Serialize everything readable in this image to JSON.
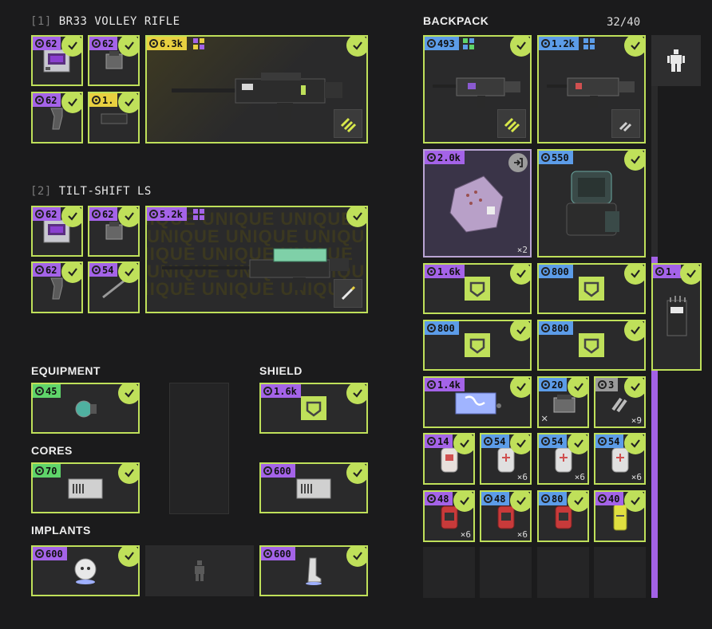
{
  "loadout": {
    "weapon1": {
      "index": "[1]",
      "name": "BR33 VOLLEY RIFLE",
      "attachments": [
        {
          "price": "62",
          "tier": "purple"
        },
        {
          "price": "62",
          "tier": "purple"
        },
        {
          "price": "62",
          "tier": "purple"
        },
        {
          "price": "1.",
          "tier": "yellow"
        }
      ],
      "main_price": "6.3k",
      "main_tier": "yellow"
    },
    "weapon2": {
      "index": "[2]",
      "name": "TILT-SHIFT LS",
      "attachments": [
        {
          "price": "62",
          "tier": "purple"
        },
        {
          "price": "62",
          "tier": "purple"
        },
        {
          "price": "62",
          "tier": "purple"
        },
        {
          "price": "54",
          "tier": "purple"
        }
      ],
      "main_price": "5.2k",
      "main_tier": "purple",
      "watermark": "UNIQUE"
    },
    "sections": {
      "equipment": "EQUIPMENT",
      "shield": "SHIELD",
      "cores": "CORES",
      "implants": "IMPLANTS"
    },
    "equipment_price": "45",
    "shield_price": "1.6k",
    "core1_price": "70",
    "core2_price": "600",
    "implant1_price": "600",
    "implant2_price": "600"
  },
  "backpack": {
    "title": "BACKPACK",
    "count": "32/40",
    "items": [
      {
        "price": "493",
        "tier": "blue"
      },
      {
        "price": "1.2k",
        "tier": "blue"
      },
      {
        "price": "2.0k",
        "tier": "purple",
        "qty": "×2"
      },
      {
        "price": "550",
        "tier": "blue"
      },
      {
        "price": "1.6k",
        "tier": "purple"
      },
      {
        "price": "800",
        "tier": "blue"
      },
      {
        "price": "800",
        "tier": "blue"
      },
      {
        "price": "800",
        "tier": "blue"
      },
      {
        "price": "1.4k",
        "tier": "purple"
      },
      {
        "price": "20",
        "tier": "blue"
      },
      {
        "price": "3",
        "tier": "gray",
        "qty": "×9"
      },
      {
        "price": "14",
        "tier": "purple"
      },
      {
        "price": "54",
        "tier": "blue",
        "qty": "×6"
      },
      {
        "price": "54",
        "tier": "blue",
        "qty": "×6"
      },
      {
        "price": "54",
        "tier": "blue",
        "qty": "×6"
      },
      {
        "price": "48",
        "tier": "purple",
        "qty": "×6"
      },
      {
        "price": "48",
        "tier": "blue",
        "qty": "×6"
      },
      {
        "price": "80",
        "tier": "blue"
      },
      {
        "price": "40",
        "tier": "purple"
      }
    ],
    "side_item_price": "1."
  },
  "colors": {
    "accent": "#bfe05a",
    "purple": "#a463e8",
    "blue": "#5c9ce8",
    "green": "#5fd46a",
    "yellow": "#e8d040",
    "background": "#1b1b1c"
  }
}
